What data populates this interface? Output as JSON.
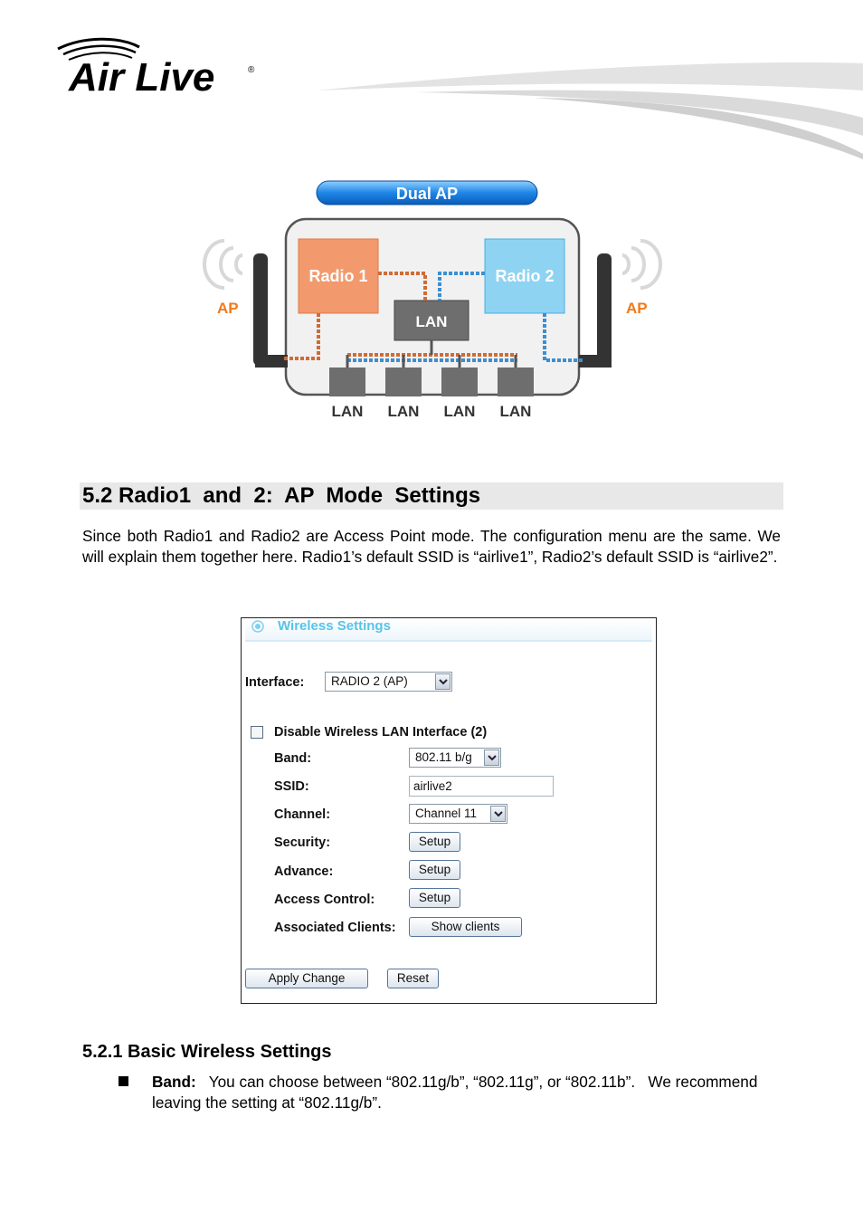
{
  "header": {
    "logo_text": "Air Live",
    "logo_mark": "®"
  },
  "diagram": {
    "title": "Dual AP",
    "radio1": "Radio 1",
    "radio2": "Radio 2",
    "lan_center": "LAN",
    "ap_left": "AP",
    "ap_right": "AP",
    "lan_ports": [
      "LAN",
      "LAN",
      "LAN",
      "LAN"
    ],
    "colors": {
      "radio1": "#f29a6e",
      "radio2": "#8fd3f2",
      "pill": "#1f7fd6",
      "lan_box": "#6e6e6e",
      "ap": "#f07a1a"
    }
  },
  "section": {
    "title": "5.2 Radio1  and  2:  AP  Mode  Settings",
    "intro": "Since both Radio1 and Radio2 are Access Point mode.   The configuration menu are the same.   We will explain them together here.   Radio1’s default SSID is “airlive1”, Radio2’s default SSID is “airlive2”."
  },
  "panel": {
    "title": "Wireless Settings",
    "interface_label": "Interface:",
    "interface_value": "RADIO 2 (AP)",
    "disable_label": "Disable Wireless LAN Interface (2)",
    "disable_checked": false,
    "band_label": "Band:",
    "band_value": "802.11 b/g",
    "ssid_label": "SSID:",
    "ssid_value": "airlive2",
    "channel_label": "Channel:",
    "channel_value": "Channel 11",
    "security_label": "Security:",
    "advance_label": "Advance:",
    "access_control_label": "Access Control:",
    "associated_clients_label": "Associated Clients:",
    "setup_label": "Setup",
    "show_clients_label": "Show clients",
    "apply_label": "Apply Change",
    "reset_label": "Reset"
  },
  "subsection": {
    "title": "5.2.1 Basic Wireless Settings",
    "bullet_term": "Band:",
    "bullet_text": "   You can choose between “802.11g/b”, “802.11g”, or “802.11b”.   We recommend leaving the setting at “802.11g/b”."
  }
}
